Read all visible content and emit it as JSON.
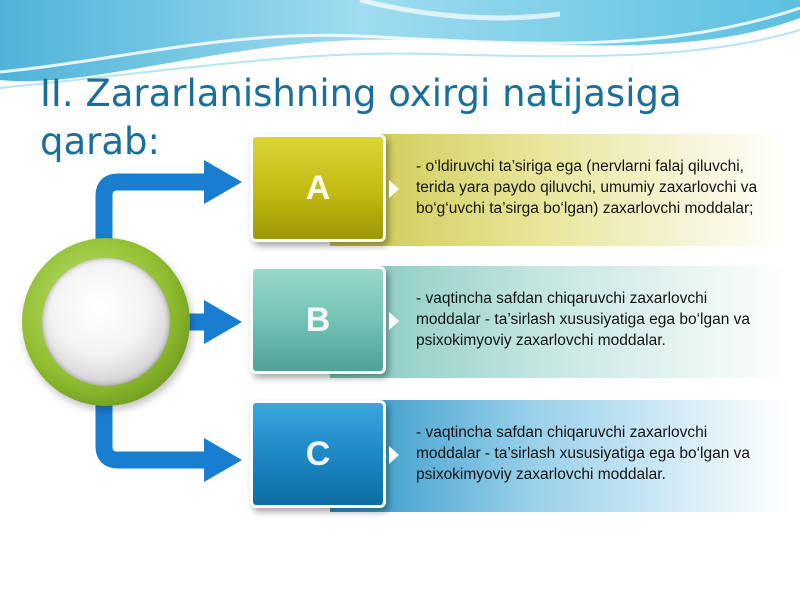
{
  "title": "II. Zararlanishning oxirgi natijasiga qarab:",
  "items": [
    {
      "letter": "A",
      "text": "- o‘ldiruvchi ta’siriga ega (nervlarni falaj qiluvchi, terida yara paydo qiluvchi, umumiy zaxarlovchi va bo‘g‘uvchi ta’sirga bo‘lgan) zaxarlovchi moddalar;"
    },
    {
      "letter": "B",
      "text": "- vaqtincha safdan chiqaruvchi zaxarlovchi moddalar - ta’sirlash xususiyatiga ega bo‘lgan va psixokimyoviy zaxarlovchi moddalar."
    },
    {
      "letter": "C",
      "text": "- vaqtincha safdan chiqaruvchi zaxarlovchi moddalar - ta’sirlash xususiyatiga ega bo‘lgan va psixokimyoviy zaxarlovchi moddalar."
    }
  ],
  "colors": {
    "title": "#1a6f9a",
    "a": "#c2ba10",
    "b": "#6fc0b3",
    "c": "#1b86c2",
    "arrow": "#1a7ed0",
    "orb_ring": "#8fbd2f"
  }
}
